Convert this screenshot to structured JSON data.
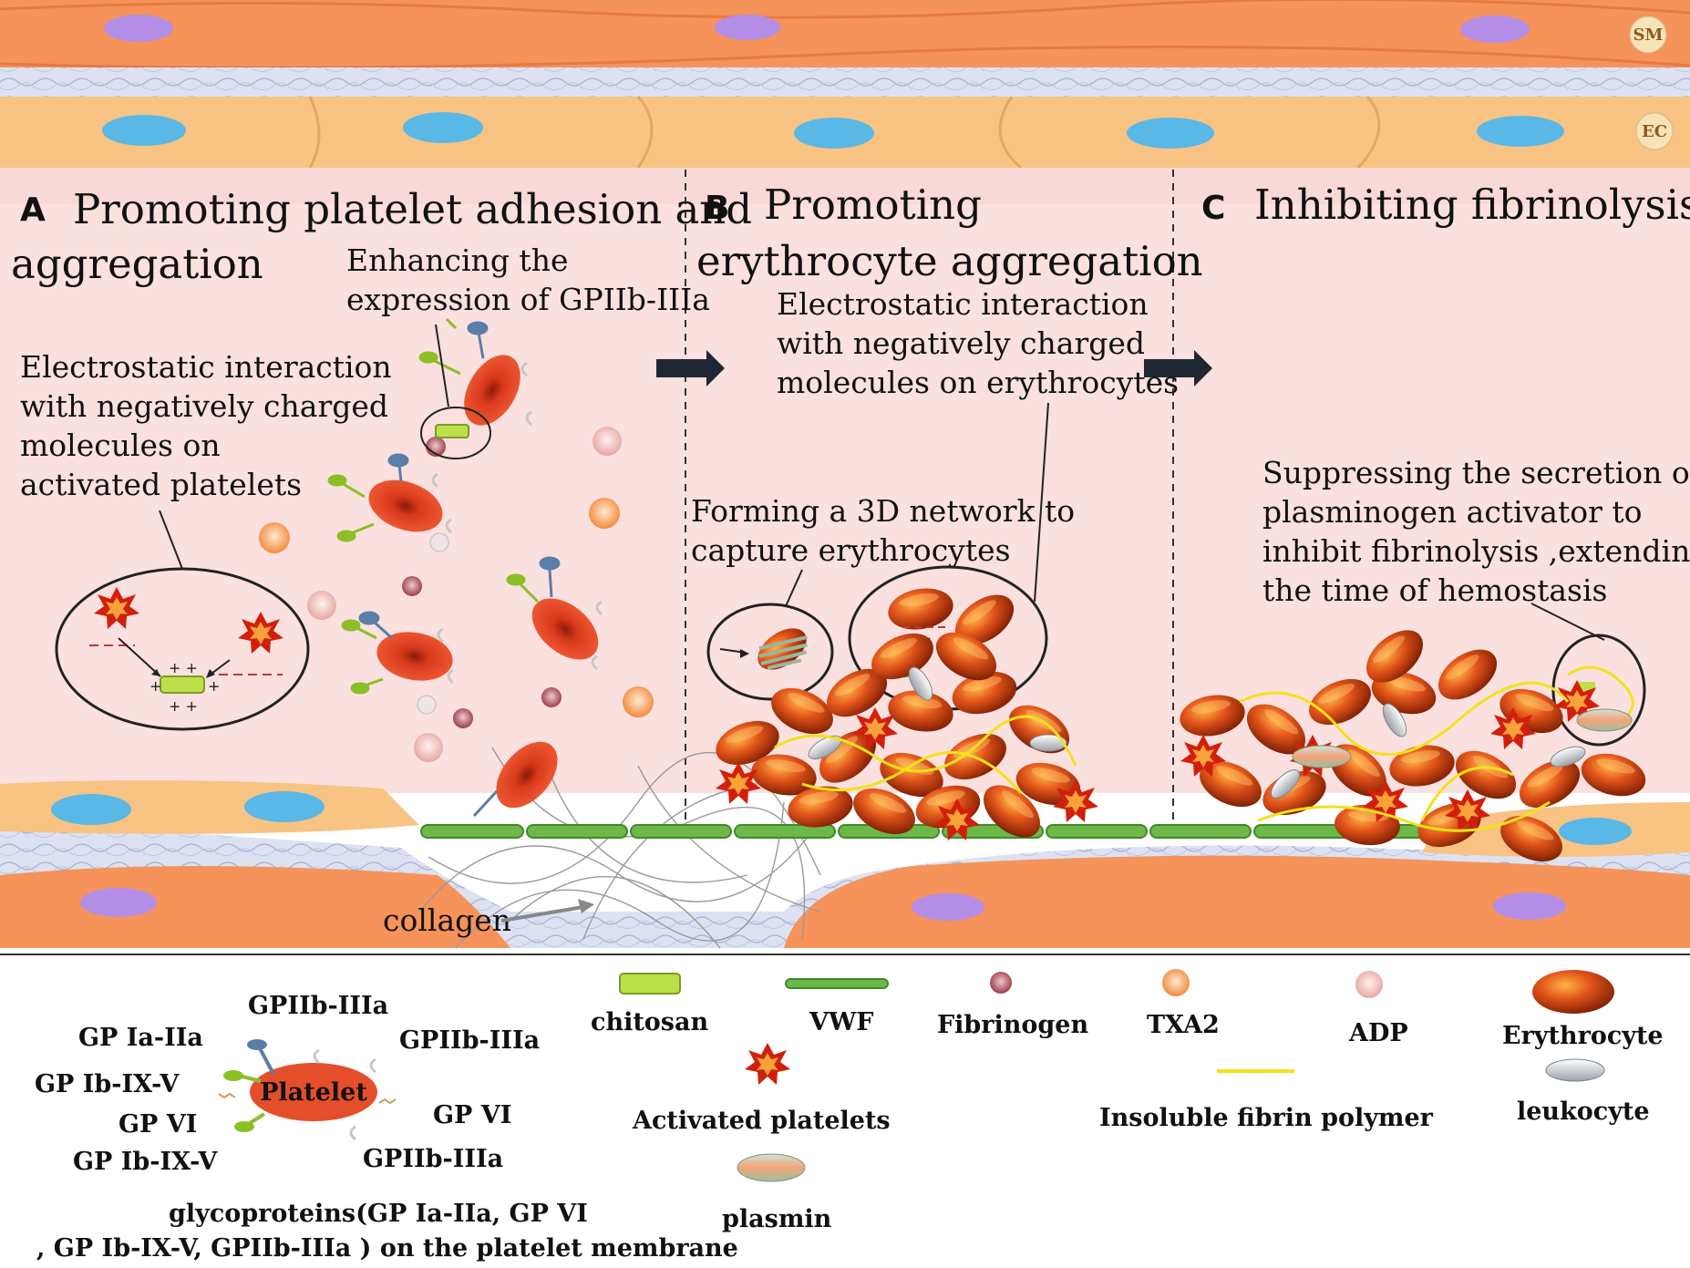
{
  "badges": {
    "sm": "SM",
    "ec": "EC"
  },
  "panels": {
    "a": {
      "letter": "A",
      "title_line1": "Promoting platelet adhesion and",
      "title_line2": "aggregation",
      "gp_note_line1": "Enhancing the",
      "gp_note_line2": "expression of GPIIb-IIIa",
      "note_line1": "Electrostatic interaction",
      "note_line2": "with negatively charged",
      "note_line3": "molecules on",
      "note_line4": "activated platelets"
    },
    "b": {
      "letter": "B",
      "title_line1": "Promoting",
      "title_line2": "erythrocyte aggregation",
      "note_line1": "Electrostatic interaction",
      "note_line2": "with negatively charged",
      "note_line3": "molecules on erythrocytes",
      "net_line1": "Forming a 3D network  to",
      "net_line2": "capture erythrocytes"
    },
    "c": {
      "letter": "C",
      "title": "Inhibiting  fibrinolysis",
      "note_line1": "Suppressing the secretion of",
      "note_line2": "plasminogen activator  to",
      "note_line3": "inhibit fibrinolysis ,extending",
      "note_line4": "the time of hemostasis"
    }
  },
  "collagen_label": "collagen",
  "charge_marks": {
    "plus_pair": "+ +",
    "plus": "+"
  },
  "legend": {
    "platelet_label": "Platelet",
    "gp_labels": {
      "gpiib_top": "GPIIb-IIIa",
      "gpia": "GP Ia-IIa",
      "gpiib_right": "GPIIb-IIIa",
      "gpib_1": "GP Ib-IX-V",
      "gpvi_right": "GP VI",
      "gpvi_left": "GP VI",
      "gpib_2": "GP Ib-IX-V",
      "gpiib_bottom": "GPIIb-IIIa"
    },
    "glyco_line1": "glycoproteins(GP Ia-IIa, GP VI",
    "glyco_line2": ", GP Ib-IX-V, GPIIb-IIIa ) on the platelet membrane",
    "items": {
      "chitosan": "chitosan",
      "vwf": "VWF",
      "fibrinogen": "Fibrinogen",
      "txa2": "TXA2",
      "adp": "ADP",
      "erythrocyte": "Erythrocyte",
      "activated": "Activated platelets",
      "fibrin": "Insoluble fibrin polymer",
      "leukocyte": "leukocyte",
      "plasmin": "plasmin"
    }
  },
  "colors": {
    "smooth_muscle": "#f6935a",
    "endothelium": "#f8c383",
    "sm_nucleus": "#b48ee6",
    "ec_nucleus": "#5ab8e6",
    "lumen": "#fbe0e0",
    "erythrocyte": "#d4420c",
    "vwf": "#4f9a36",
    "chitosan": "#bde04a",
    "fibrin": "#f2e21a"
  }
}
